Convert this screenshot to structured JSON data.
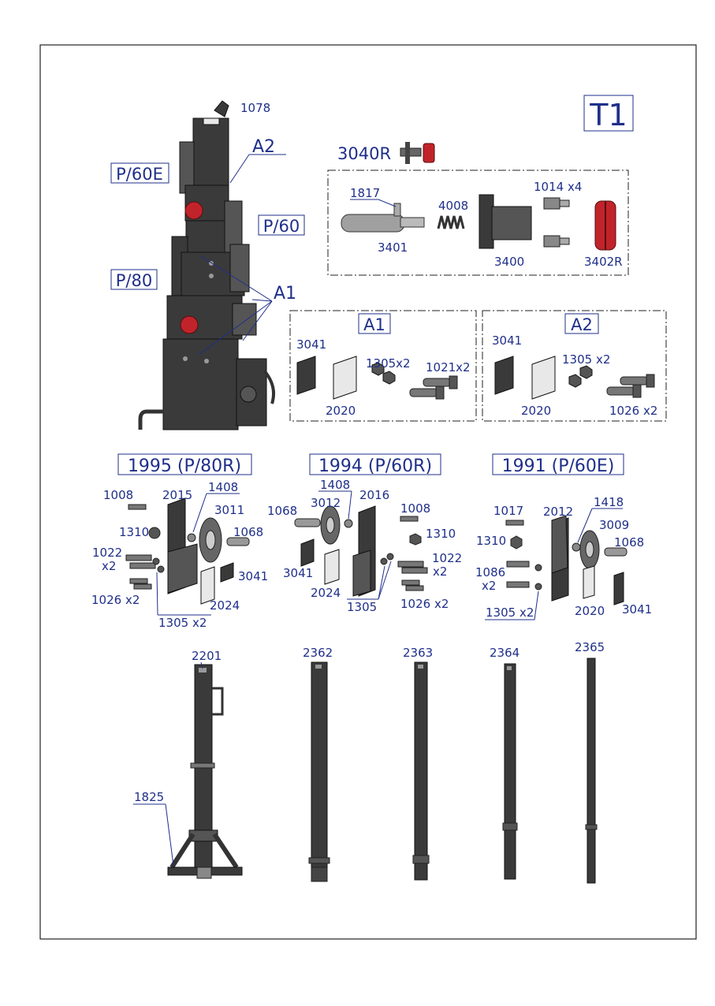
{
  "sheet_id": "T1",
  "tower": {
    "labels": [
      "1078",
      "A2",
      "P/60E",
      "P/60",
      "P/80",
      "A1"
    ]
  },
  "kit_3040R": {
    "title": "3040R",
    "parts": [
      "1817",
      "4008",
      "1014 x4",
      "3401",
      "3400",
      "3402R"
    ]
  },
  "kit_A1": {
    "title": "A1",
    "parts": [
      "3041",
      "1305x2",
      "1021x2",
      "2020"
    ]
  },
  "kit_A2": {
    "title": "A2",
    "parts": [
      "3041",
      "1305 x2",
      "2020",
      "1026 x2"
    ]
  },
  "assy_1995": {
    "title": "1995 (P/80R)",
    "parts": [
      "1008",
      "2015",
      "1408",
      "3011",
      "1310",
      "1068",
      "1022",
      "x2",
      "3041",
      "2024",
      "1026 x2",
      "1305 x2"
    ]
  },
  "assy_1994": {
    "title": "1994 (P/60R)",
    "parts": [
      "1408",
      "1068",
      "3012",
      "2016",
      "1008",
      "1310",
      "1022",
      "x2",
      "3041",
      "2024",
      "1305",
      "1026 x2"
    ]
  },
  "assy_1991": {
    "title": "1991 (P/60E)",
    "parts": [
      "1017",
      "2012",
      "1418",
      "3009",
      "1310",
      "1068",
      "1086",
      "x2",
      "1305 x2",
      "2020",
      "3041"
    ]
  },
  "masts": {
    "labels": [
      "2201",
      "2362",
      "2363",
      "2364",
      "2365",
      "1825"
    ]
  }
}
